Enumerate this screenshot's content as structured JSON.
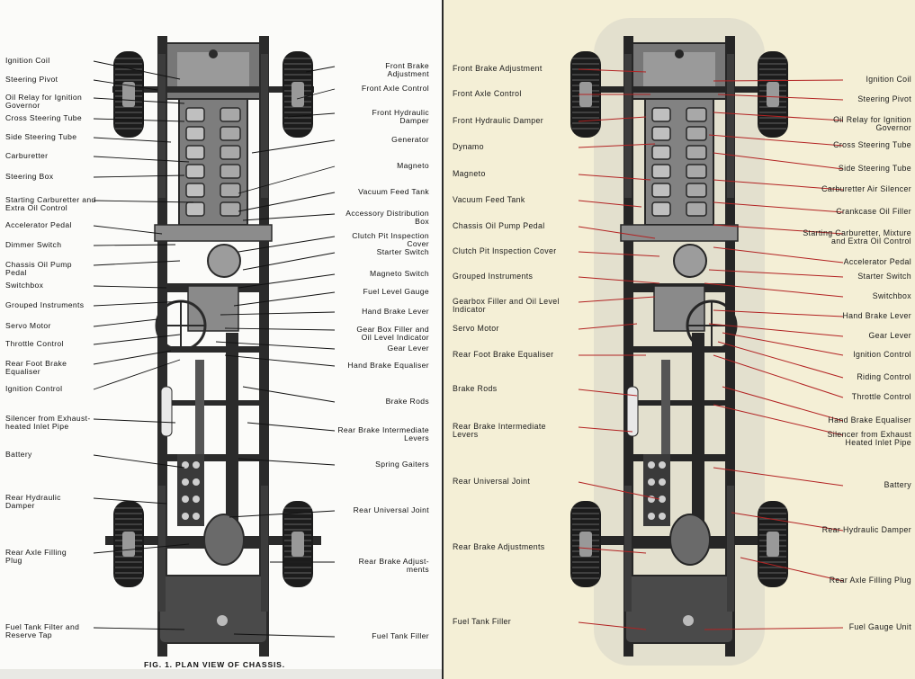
{
  "left_figure": {
    "caption": "FIG. 1.   PLAN VIEW OF CHASSIS.",
    "labels_left": [
      "Ignition Coil",
      "Steering Pivot",
      "Oil Relay for Ignition\nGovernor",
      "Cross Steering Tube",
      "Side Steering Tube",
      "Carburetter",
      "Steering Box",
      "Starting Carburetter and\nExtra Oil Control",
      "Accelerator Pedal",
      "Dimmer Switch",
      "Chassis Oil Pump\nPedal",
      "Switchbox",
      "Grouped Instruments",
      "Servo Motor",
      "Throttle Control",
      "Rear Foot Brake\nEqualiser",
      "Ignition Control",
      "Silencer from Exhaust-\nheated Inlet Pipe",
      "Battery",
      "Rear Hydraulic\nDamper",
      "Rear Axle Filling\nPlug",
      "Fuel Tank Filter and\nReserve Tap"
    ],
    "labels_right": [
      "Front Brake\nAdjustment",
      "Front Axle Control",
      "Front Hydraulic\nDamper",
      "Generator",
      "Magneto",
      "Vacuum Feed Tank",
      "Accessory Distribution\nBox",
      "Clutch Pit Inspection\nCover",
      "Starter Switch",
      "Magneto Switch",
      "Fuel Level Gauge",
      "Hand Brake Lever",
      "Gear Box Filler and\nOil Level Indicator",
      "Gear Lever",
      "Hand Brake Equaliser",
      "Brake Rods",
      "Rear Brake Intermediate\nLevers",
      "Spring Gaiters",
      "Rear Universal Joint",
      "Rear Brake Adjust-\nments",
      "Fuel Tank Filler"
    ]
  },
  "right_figure": {
    "labels_left": [
      "Front Brake Adjustment",
      "Front Axle Control",
      "Front Hydraulic Damper",
      "Dynamo",
      "Magneto",
      "Vacuum Feed Tank",
      "Chassis Oil Pump Pedal",
      "Clutch Pit Inspection Cover",
      "Grouped Instruments",
      "Gearbox Filler and Oil Level\nIndicator",
      "Servo Motor",
      "Rear Foot Brake Equaliser",
      "Brake Rods",
      "Rear Brake Intermediate\nLevers",
      "Rear Universal Joint",
      "Rear Brake Adjustments",
      "Fuel Tank Filler"
    ],
    "labels_right": [
      "Ignition Coil",
      "Steering Pivot",
      "Oil Relay for Ignition\nGovernor",
      "Cross Steering Tube",
      "Side Steering Tube",
      "Carburetter Air Silencer",
      "Crankcase Oil Filler",
      "Starting Carburetter, Mixture\nand Extra Oil Control",
      "Accelerator Pedal",
      "Starter Switch",
      "Switchbox",
      "Hand Brake Lever",
      "Gear Lever",
      "Ignition Control",
      "Riding Control",
      "Throttle Control",
      "Hand Brake Equaliser",
      "Silencer from Exhaust\nHeated Inlet Pipe",
      "Battery",
      "Rear Hydraulic Damper",
      "Rear Axle Filling Plug",
      "Fuel Gauge Unit"
    ]
  },
  "colors": {
    "left_paper": "#fbfbf9",
    "right_paper": "#f4efd6",
    "leader_left": "#111111",
    "leader_right": "#b22222",
    "chassis_dark": "#2b2b2b"
  }
}
